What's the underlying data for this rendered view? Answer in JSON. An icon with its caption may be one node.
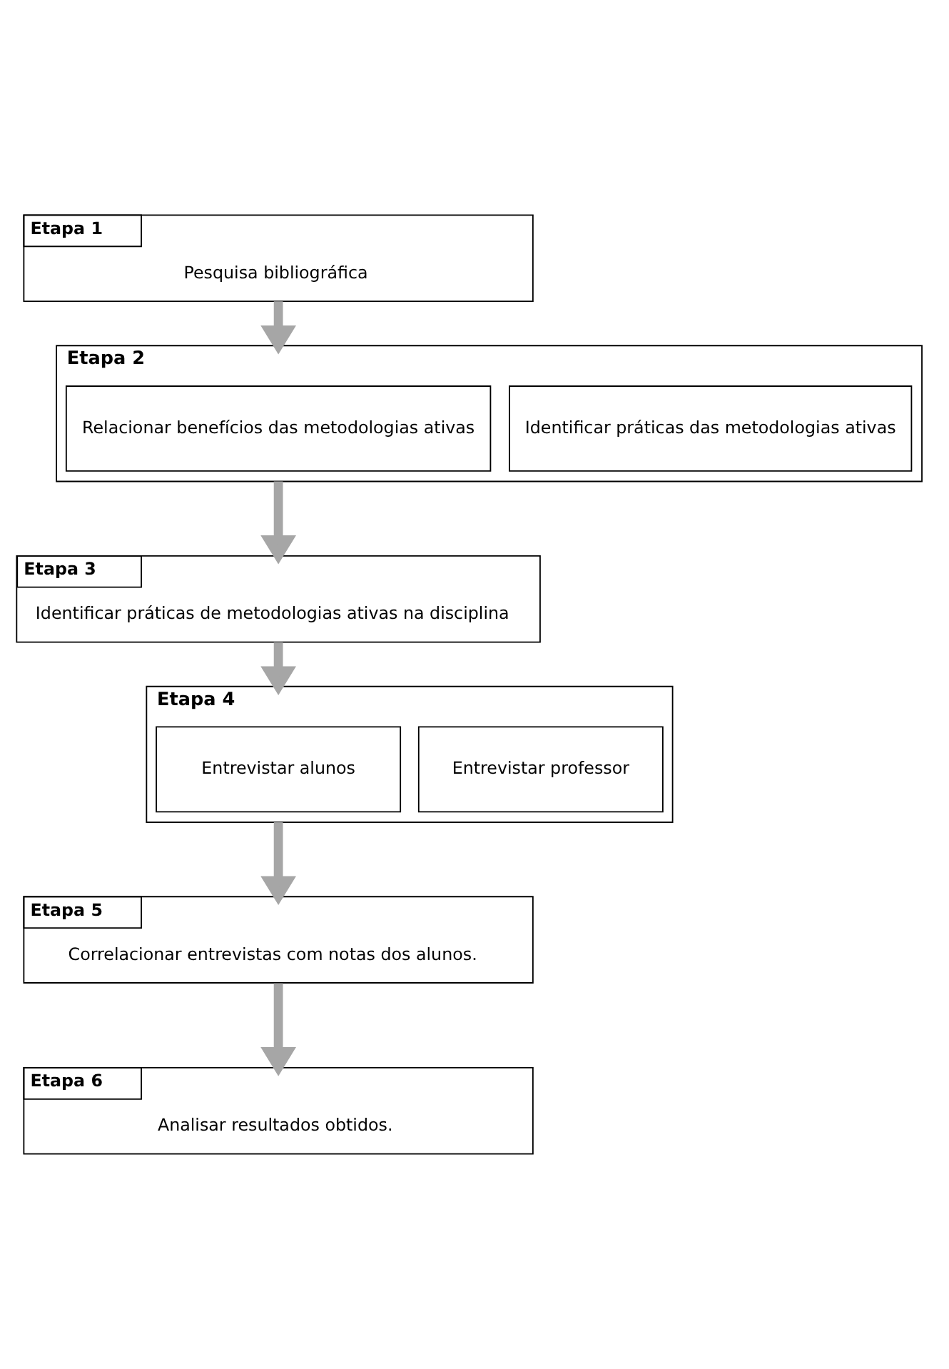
{
  "diagram": {
    "nodes": [
      {
        "text": [
          "Etapa 1",
          "Pesquisa bibliográfica"
        ]
      },
      {
        "text": [
          "Etapa 2"
        ]
      },
      {
        "text": [
          "Identificar práticas das metodologias ativas"
        ],
        "in": 1
      },
      {
        "text": [
          "Relacionar benefícios das metodologias ativas"
        ],
        "in": 1
      },
      {
        "text": [
          "Etapa 3",
          "Identificar práticas de metodologias ativas na disciplina"
        ]
      },
      {
        "text": [
          "Etapa 4"
        ]
      },
      {
        "text": [
          "Entrevistar professor"
        ],
        "in": 5
      },
      {
        "text": [
          "Entrevistar alunos"
        ],
        "in": 5
      },
      {
        "text": [
          "Etapa 5",
          "Correlacionar entrevistas com notas dos alunos."
        ]
      },
      {
        "text": [
          "Etapa 6",
          "Analisar resultados obtidos."
        ]
      }
    ],
    "edges": [
      {
        "from": 0,
        "to": 1,
        "arrow": "to"
      },
      {
        "from": 1,
        "to": 4,
        "arrow": "to"
      },
      {
        "from": 4,
        "to": 5,
        "arrow": "to"
      },
      {
        "from": 5,
        "to": 8,
        "arrow": "to"
      },
      {
        "from": 8,
        "to": 9,
        "arrow": "to"
      }
    ]
  }
}
